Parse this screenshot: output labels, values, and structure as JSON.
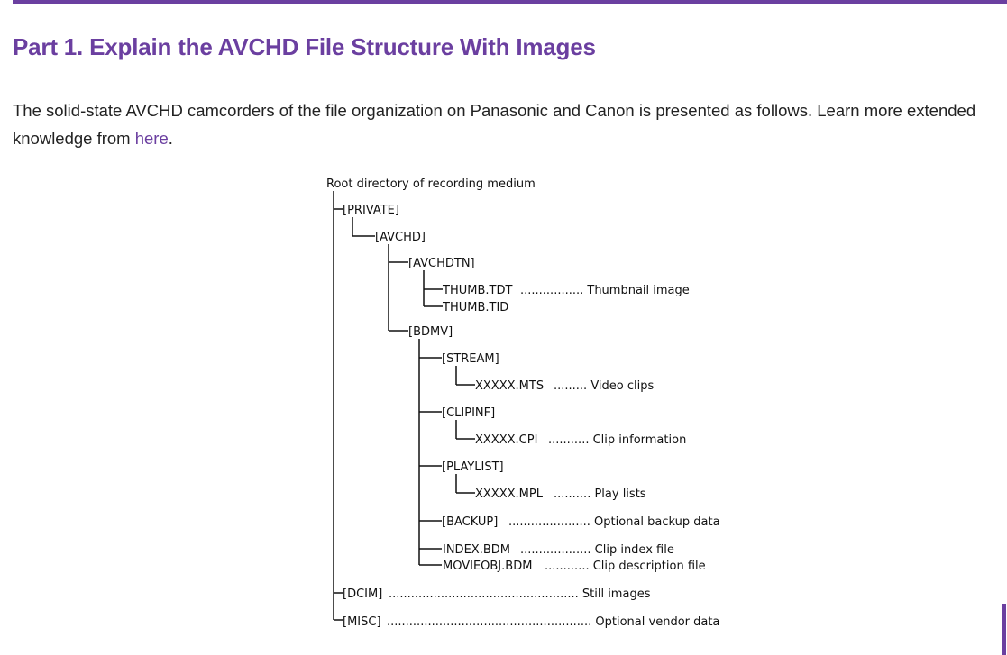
{
  "accent_color": "#6b3fa0",
  "heading": "Part 1. Explain the AVCHD File Structure With Images",
  "intro": {
    "text": "The solid-state AVCHD camcorders of the file organization on Panasonic and Canon is presented as follows. Learn more extended knowledge from ",
    "link_label": "here",
    "suffix": "."
  },
  "diagram": {
    "root": "Root directory of recording medium",
    "private": "[PRIVATE]",
    "avchd": "[AVCHD]",
    "avchdtn": "[AVCHDTN]",
    "thumb_tdt": "THUMB.TDT",
    "thumb_tdt_desc": "................. Thumbnail image",
    "thumb_tid": "THUMB.TID",
    "bdmv": "[BDMV]",
    "stream": "[STREAM]",
    "mts": "XXXXX.MTS",
    "mts_desc": "......... Video clips",
    "clipinf": "[CLIPINF]",
    "cpi": "XXXXX.CPI",
    "cpi_desc": "........... Clip information",
    "playlist": "[PLAYLIST]",
    "mpl": "XXXXX.MPL",
    "mpl_desc": ".......... Play lists",
    "backup": "[BACKUP]",
    "backup_desc": "...................... Optional backup data",
    "index": "INDEX.BDM",
    "index_desc": "................... Clip index file",
    "movieobj": "MOVIEOBJ.BDM",
    "movieobj_desc": "............ Clip description file",
    "dcim": "[DCIM]",
    "dcim_desc": "................................................... Still images",
    "misc": "[MISC]",
    "misc_desc": "....................................................... Optional vendor data"
  }
}
